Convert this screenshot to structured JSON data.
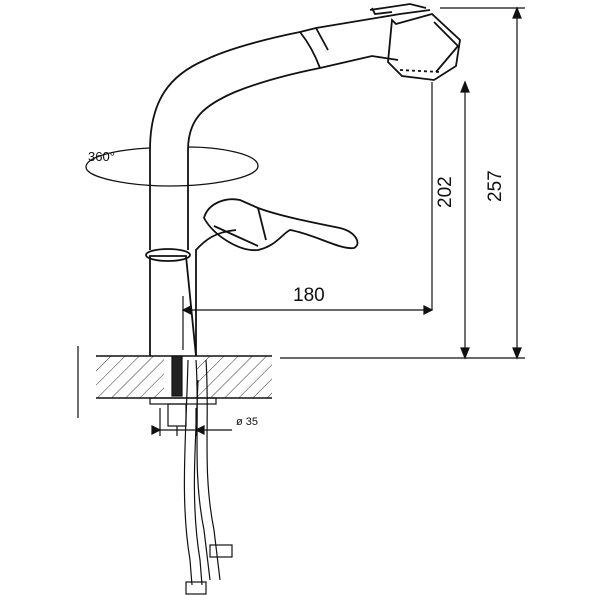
{
  "rotation_label": "360°",
  "dimensions": {
    "spout_reach": "180",
    "aerator_height": "202",
    "total_height": "257",
    "hole_diameter": "ø 35"
  },
  "colors": {
    "line": "#111111",
    "hatch": "#333333"
  }
}
